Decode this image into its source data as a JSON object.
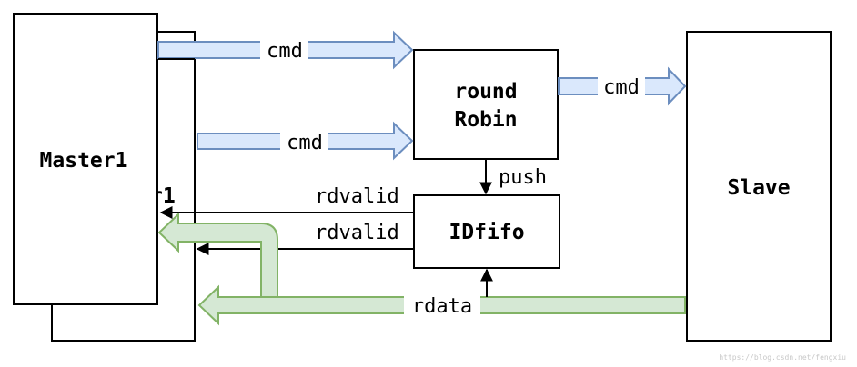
{
  "diagram": {
    "blocks": {
      "master_back": "r1",
      "master_front": "Master1",
      "arbiter_line1": "round",
      "arbiter_line2": "Robin",
      "fifo": "IDfifo",
      "slave": "Slave"
    },
    "edges": {
      "cmd_master_to_arbiter_top": "cmd",
      "cmd_master_to_arbiter_bottom": "cmd",
      "cmd_arbiter_to_slave": "cmd",
      "push": "push",
      "rdvalid_top": "rdvalid",
      "rdvalid_bottom": "rdvalid",
      "rdata": "rdata"
    },
    "watermark": "https://blog.csdn.net/fengxiu"
  },
  "colors": {
    "cmd_arrow_fill": "#dae8fc",
    "cmd_arrow_stroke": "#6c8ebf",
    "data_arrow_fill": "#d5e8d4",
    "data_arrow_stroke": "#82b366"
  }
}
